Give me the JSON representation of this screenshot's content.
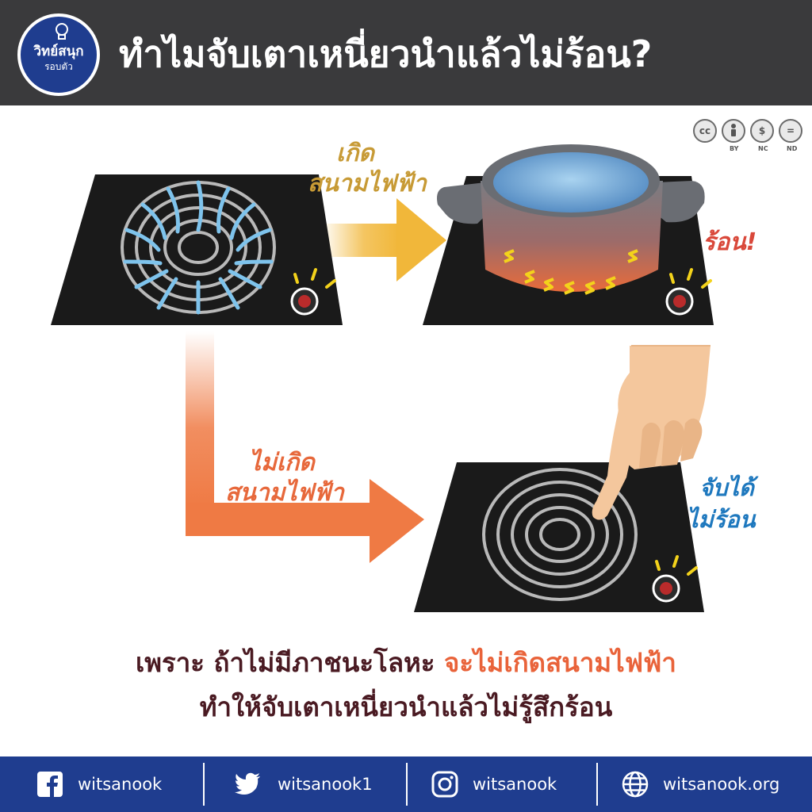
{
  "header": {
    "title": "ทำไมจับเตาเหนี่ยวนำแล้วไม่ร้อน?",
    "logo_name": "วิทย์สนุก",
    "logo_tagline": "รอบตัว",
    "bg_color": "#3a3a3c"
  },
  "license": {
    "items": [
      {
        "icon": "cc-icon",
        "symbol": "cc",
        "label": ""
      },
      {
        "icon": "by-person-icon",
        "symbol": "",
        "label": "BY"
      },
      {
        "icon": "nc-dollar-icon",
        "symbol": "$",
        "label": "NC"
      },
      {
        "icon": "nd-equals-icon",
        "symbol": "=",
        "label": "ND"
      }
    ]
  },
  "diagram": {
    "labels": {
      "field_yes_1": "เกิด",
      "field_yes_2": "สนามไฟฟ้า",
      "hot": "ร้อน!",
      "field_no_1": "ไม่เกิด",
      "field_no_2": "สนามไฟฟ้า",
      "touch_1": "จับได้",
      "touch_2": "ไม่ร้อน"
    },
    "colors": {
      "stove": "#1a1a1a",
      "coil": "#b9b9b9",
      "field": "#7ec3ec",
      "arrow_gold": "#f1b73a",
      "arrow_orange": "#ef7a44",
      "pot": "#6a6d73",
      "water": "#5b9ad0",
      "spark": "#f3d21b",
      "skin": "#f4c79d"
    }
  },
  "caption": {
    "line1_prefix": "เพราะ ถ้าไม่มีภาชนะโลหะ ",
    "line1_highlight": "จะไม่เกิดสนามไฟฟ้า",
    "line2": "ทำให้จับเตาเหนี่ยวนำแล้วไม่รู้สึกร้อน"
  },
  "footer": {
    "links": [
      {
        "icon": "facebook-icon",
        "text": "witsanook"
      },
      {
        "icon": "twitter-icon",
        "text": "witsanook1"
      },
      {
        "icon": "instagram-icon",
        "text": "witsanook"
      },
      {
        "icon": "globe-icon",
        "text": "witsanook.org"
      }
    ]
  }
}
